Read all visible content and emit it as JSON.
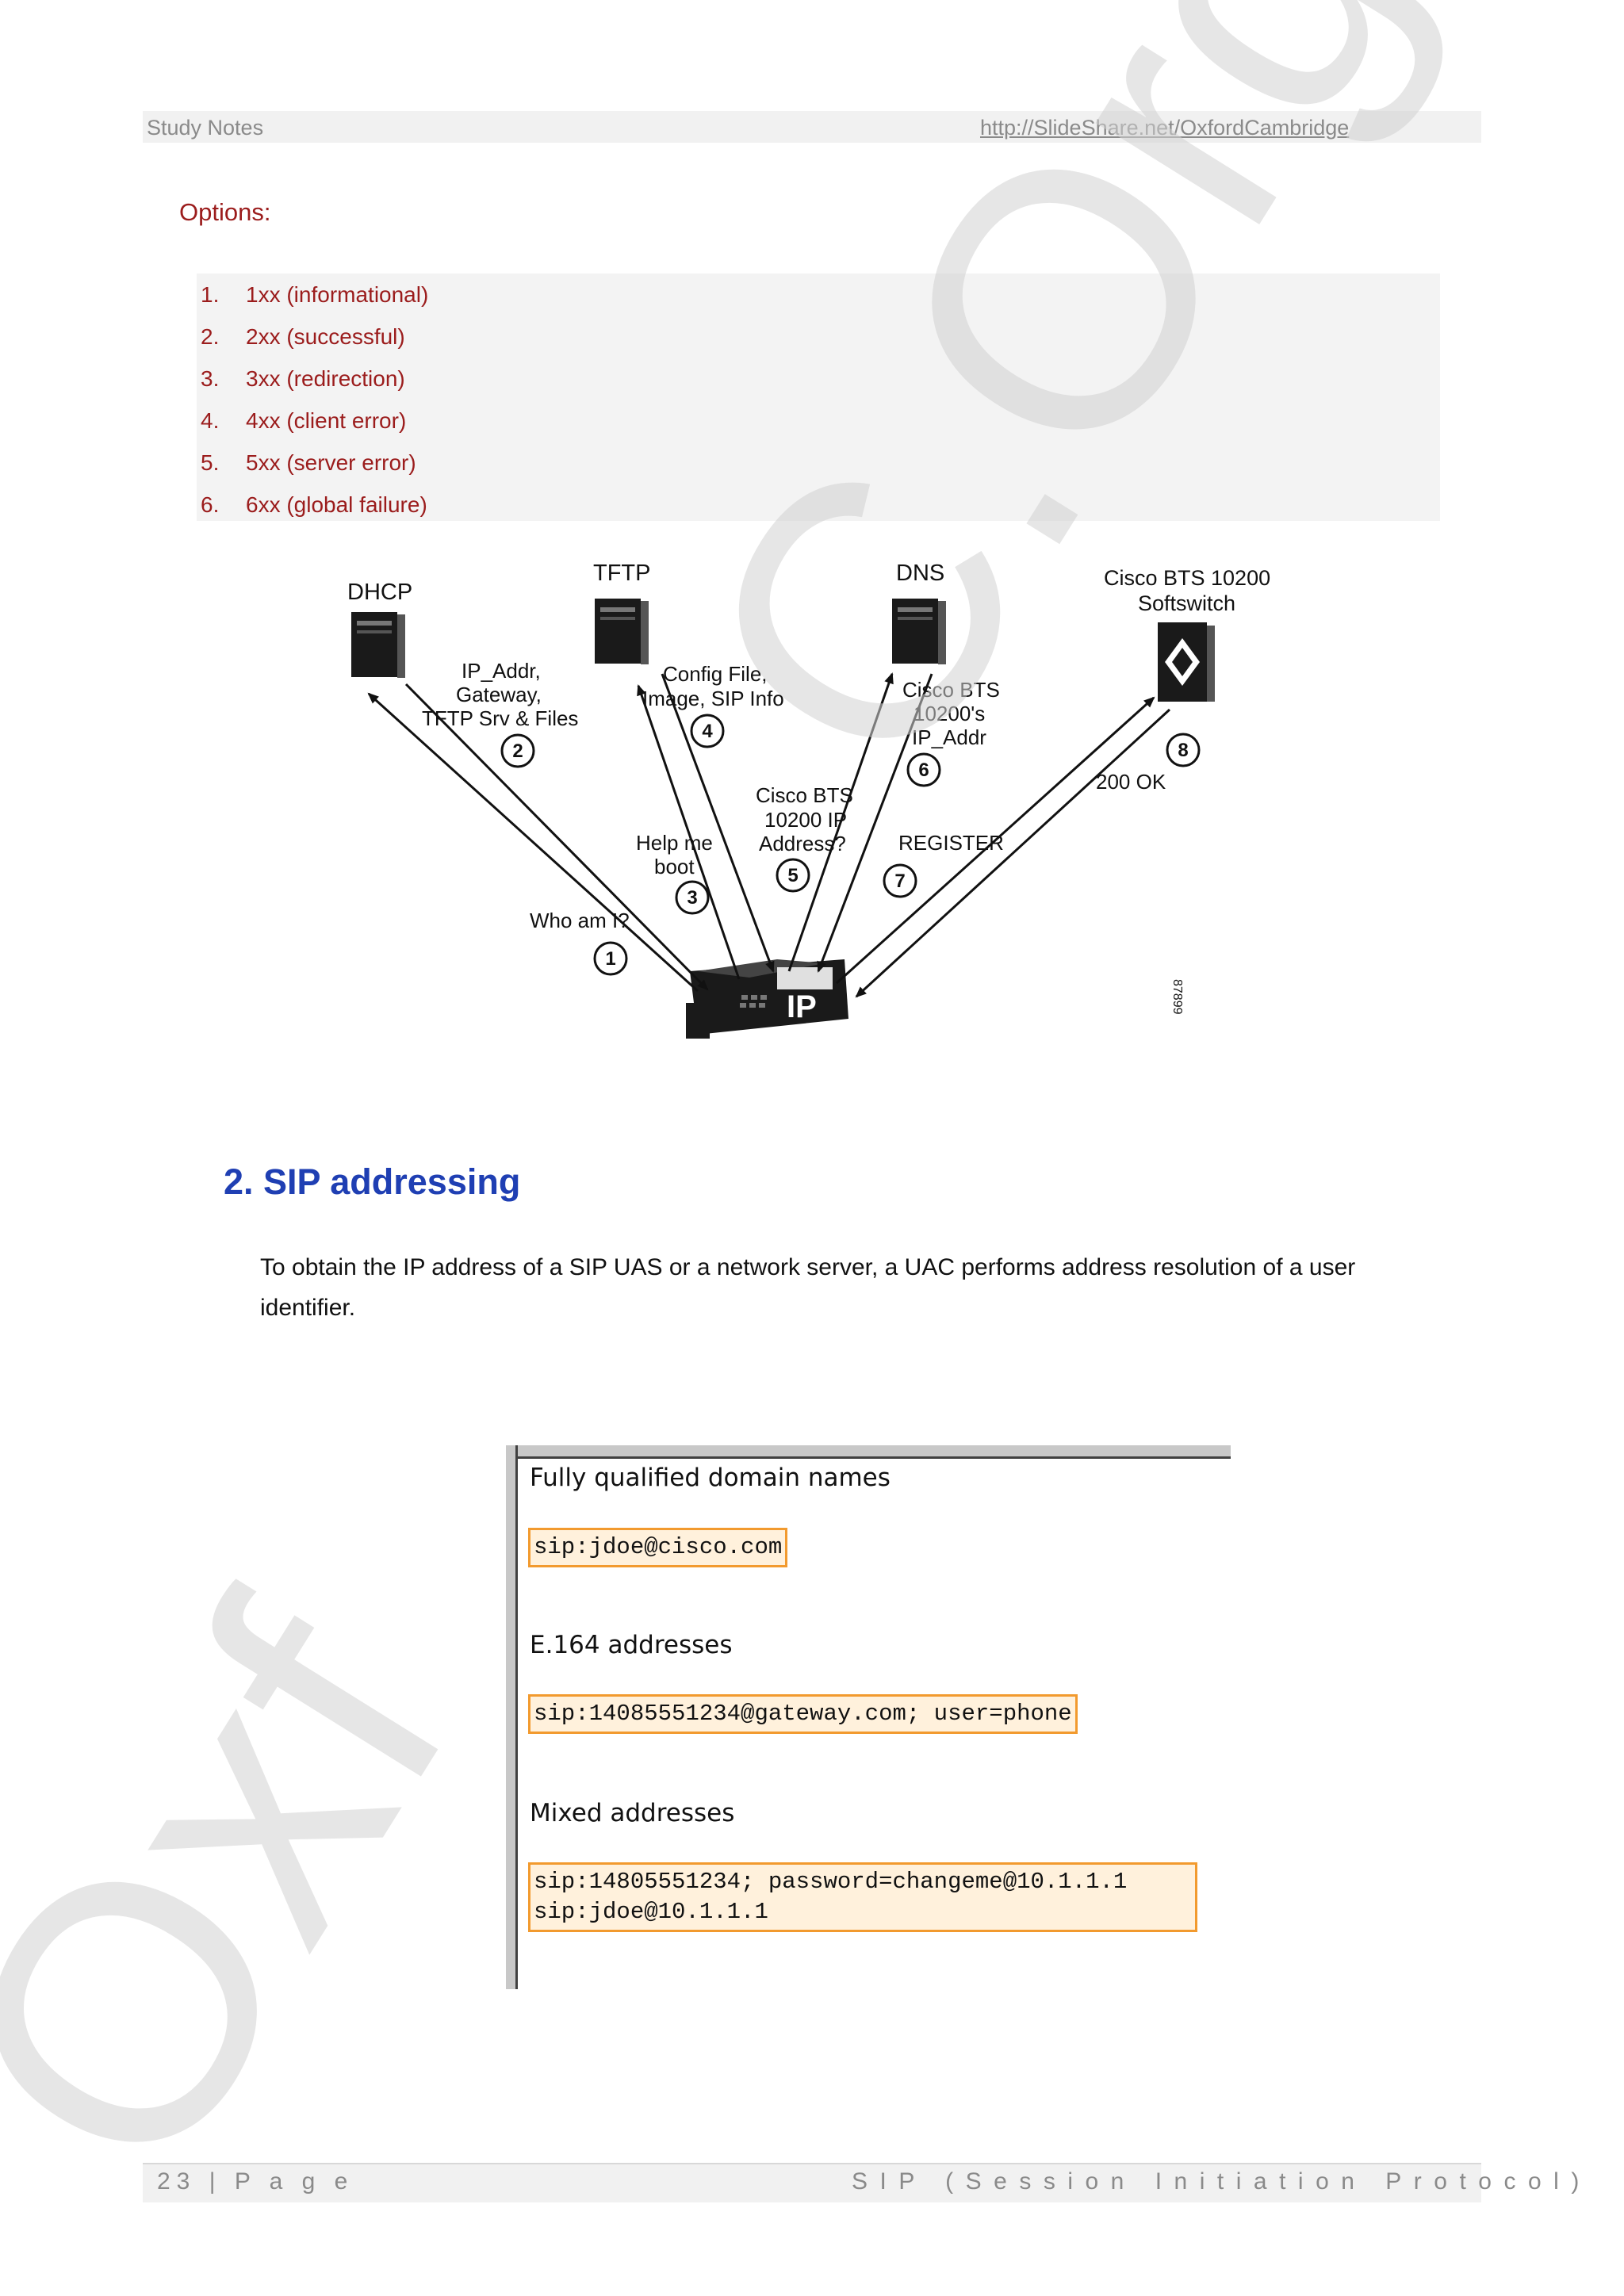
{
  "header": {
    "left_text": "Study Notes",
    "link_text": "http://SlideShare.net/OxfordCambridge"
  },
  "options": {
    "heading": "Options:",
    "items": [
      {
        "num": "1.",
        "label": "1xx (informational)"
      },
      {
        "num": "2.",
        "label": "2xx (successful)"
      },
      {
        "num": "3.",
        "label": "3xx (redirection)"
      },
      {
        "num": "4.",
        "label": "4xx (client error)"
      },
      {
        "num": "5.",
        "label": "5xx (server error)"
      },
      {
        "num": "6.",
        "label": "6xx (global failure)"
      }
    ]
  },
  "diagram": {
    "nodes": {
      "dhcp": "DHCP",
      "tftp": "TFTP",
      "dns": "DNS",
      "softswitch_line1": "Cisco BTS 10200",
      "softswitch_line2": "Softswitch",
      "phone": "IP"
    },
    "labels": {
      "step1": "Who am I?",
      "step2_l1": "IP_Addr,",
      "step2_l2": "Gateway,",
      "step2_l3": "TFTP Srv & Files",
      "step3_l1": "Help me",
      "step3_l2": "boot",
      "step4_l1": "Config File,",
      "step4_l2": "Image, SIP Info",
      "step5_l1": "Cisco BTS",
      "step5_l2": "10200 IP",
      "step5_l3": "Address?",
      "step6_l1": "Cisco BTS",
      "step6_l2": "10200's",
      "step6_l3": "IP_Addr",
      "step7": "REGISTER",
      "step8": "200 OK",
      "figure_id": "87899"
    },
    "step_numbers": [
      "1",
      "2",
      "3",
      "4",
      "5",
      "6",
      "7",
      "8"
    ]
  },
  "section": {
    "title": "2. SIP addressing",
    "body": "To obtain the IP address of a SIP UAS or a network server, a UAC performs address resolution of a user identifier."
  },
  "addressing": {
    "fqdn_heading": "Fully qualified domain names",
    "fqdn_example": "sip:jdoe@cisco.com",
    "e164_heading": "E.164 addresses",
    "e164_example": "sip:14085551234@gateway.com; user=phone",
    "mixed_heading": "Mixed addresses",
    "mixed_example_1": "sip:14805551234; password=changeme@10.1.1.1",
    "mixed_example_2": "sip:jdoe@10.1.1.1"
  },
  "footer": {
    "page_label": "23 | P a g e",
    "doc_title": "SIP (Session Initiation Protocol)"
  },
  "watermark": {
    "text_bottom": "Oxf",
    "text_top": "C.Org"
  }
}
